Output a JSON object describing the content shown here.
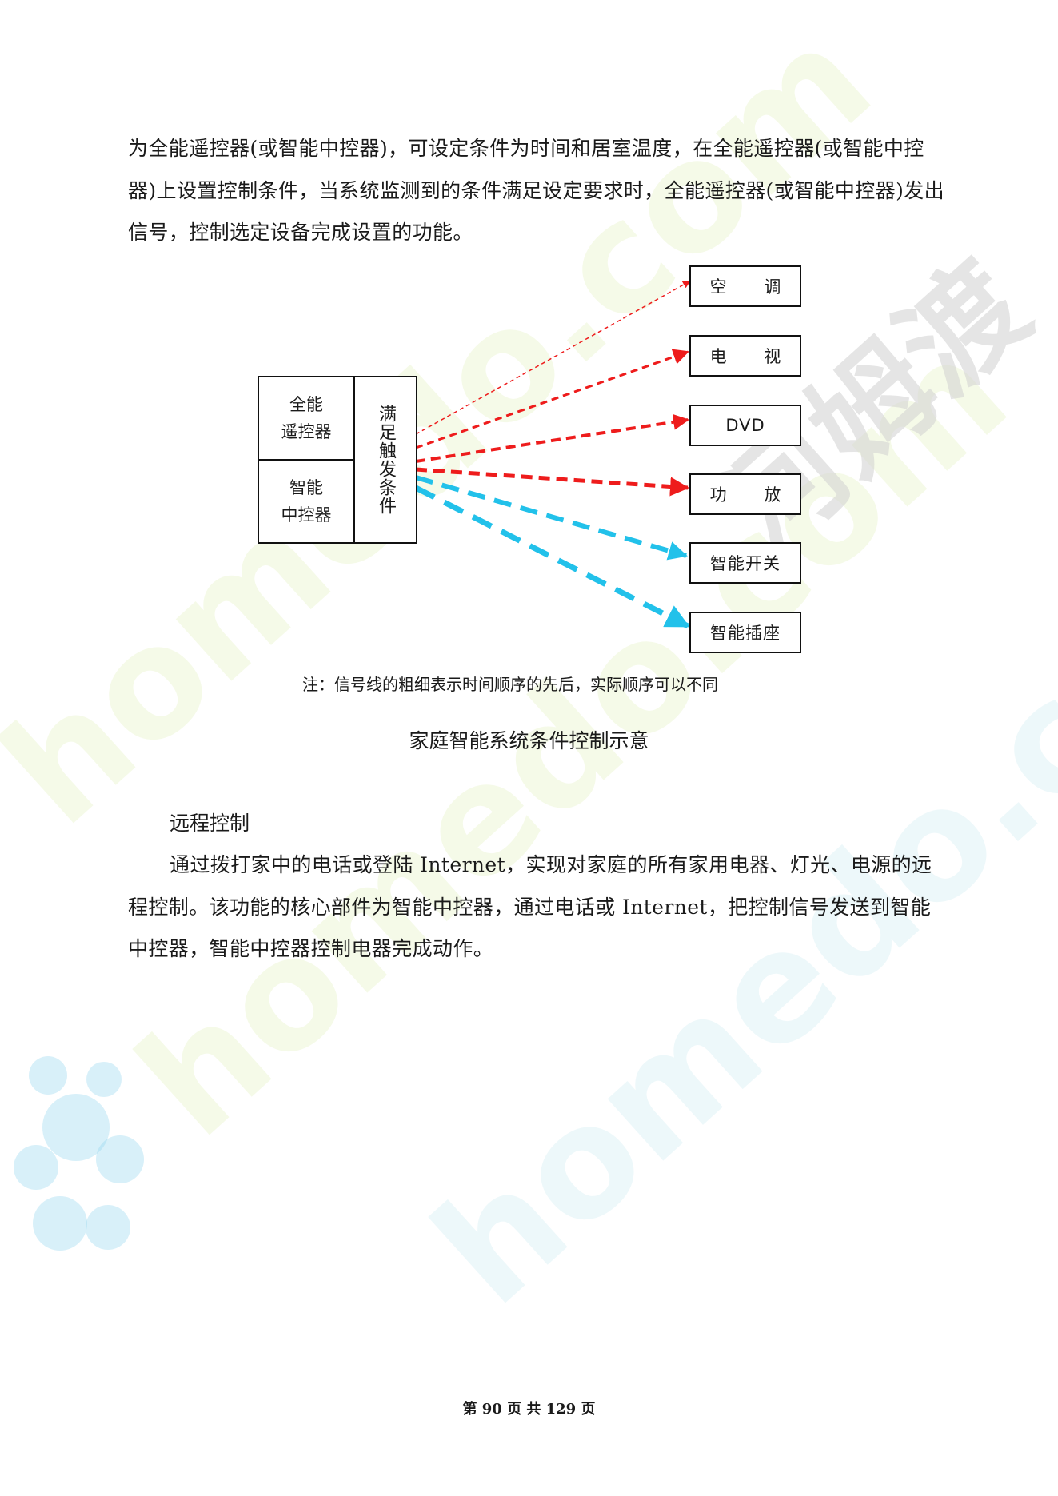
{
  "body": {
    "para1": "为全能遥控器(或智能中控器)，可设定条件为时间和居室温度，在全能遥控器(或智能中控器)上设置控制条件，当系统监测到的条件满足设定要求时，全能遥控器(或智能中控器)发出信号，控制选定设备完成设置的功能。",
    "heading_remote": "远程控制",
    "para2": "通过拨打家中的电话或登陆 Internet，实现对家庭的所有家用电器、灯光、电源的远程控制。该功能的核心部件为智能中控器，通过电话或 Internet，把控制信号发送到智能中控器，智能中控器控制电器完成动作。"
  },
  "diagram": {
    "left_box_top": [
      "全能",
      "遥控器"
    ],
    "left_box_bottom": [
      "智能",
      "中控器"
    ],
    "trigger": "满足触发条件",
    "devices": [
      "空 调",
      "电 视",
      "DVD",
      "功 放",
      "智能开关",
      "智能插座"
    ],
    "colors": {
      "red": "#ee1c1c",
      "cyan": "#22c1ea"
    },
    "note": "注：信号线的粗细表示时间顺序的先后，实际顺序可以不同",
    "caption": "家庭智能系统条件控制示意"
  },
  "watermark": {
    "domain_text": "homedo.com",
    "brand_text": "河姆渡"
  },
  "footer": {
    "page_text": "第 90 页 共 129 页"
  }
}
